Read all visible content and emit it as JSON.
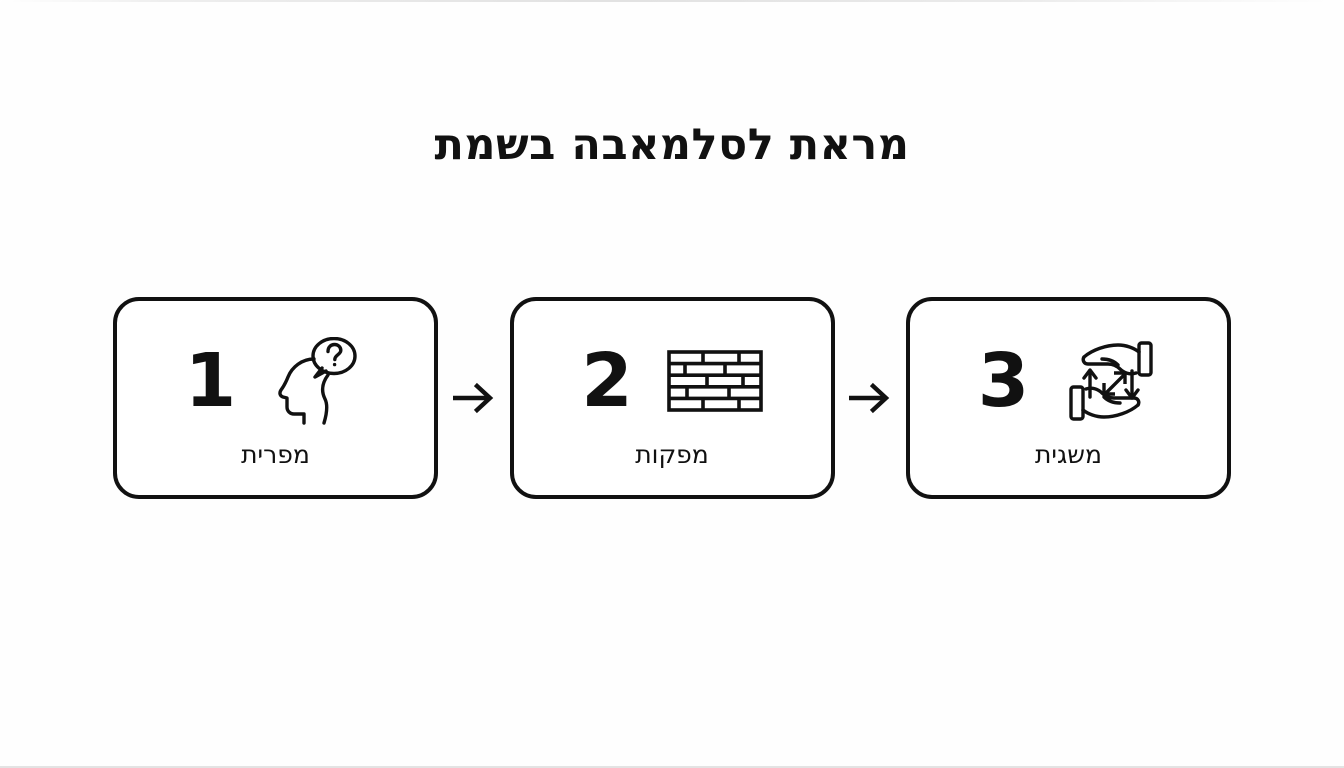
{
  "page": {
    "title": "מראת לסלמאבה בשמת",
    "background_color": "#fefefe",
    "ink_color": "#111111"
  },
  "flow": {
    "arrow_glyph": "→",
    "steps": [
      {
        "number": "1",
        "label": "מפרית",
        "icon": "head-question-icon"
      },
      {
        "number": "2",
        "label": "מפקות",
        "icon": "brick-wall-icon"
      },
      {
        "number": "3",
        "label": "משגית",
        "icon": "hands-exchange-icon"
      }
    ],
    "connectors": [
      {
        "name": "arrow-1-to-2"
      },
      {
        "name": "arrow-2-to-3"
      }
    ]
  }
}
